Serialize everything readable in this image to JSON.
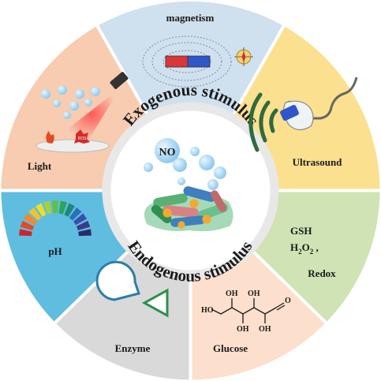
{
  "center": {
    "top_arc_text": "Exogenous stimulus",
    "bottom_arc_text": "Endogenous stimulus",
    "molecule_label": "NO"
  },
  "sectors": [
    {
      "id": "magnetism",
      "label": "magnetism",
      "color": "#cfe0ee",
      "icon": "magnet-icon"
    },
    {
      "id": "ultrasound",
      "label": "Ultrasound",
      "color": "#fbe08f",
      "icon": "ultrasound-probe-icon"
    },
    {
      "id": "redox",
      "label": "Redox",
      "lines": [
        "GSH",
        "H2O2 ,"
      ],
      "color": "#cfe3b5",
      "icon": "redox-text"
    },
    {
      "id": "glucose",
      "label": "Glucose",
      "color": "#fcdfcc",
      "icon": "glucose-molecule-icon"
    },
    {
      "id": "enzyme",
      "label": "Enzyme",
      "color": "#d9d9d9",
      "icon": "enzyme-pacman-icon"
    },
    {
      "id": "ph",
      "label": "pH",
      "color": "#5fbde0",
      "icon": "ph-gauge-icon"
    },
    {
      "id": "light",
      "label": "Light",
      "color": "#f7ccb0",
      "icon": "laser-icon"
    }
  ],
  "redox_sub": {
    "h": "H",
    "two_a": "2",
    "o": "O",
    "two_b": "2",
    "comma": " ,"
  },
  "glucose_atoms": {
    "oh": "OH",
    "ho": "HO",
    "o": "O"
  },
  "light_badge": "ROS",
  "colors": {
    "ring_stroke": "#ffffff",
    "center_fill": "#ffffff",
    "center_ring": "#e8e8e8",
    "accent_green": "#2e8f4e"
  }
}
